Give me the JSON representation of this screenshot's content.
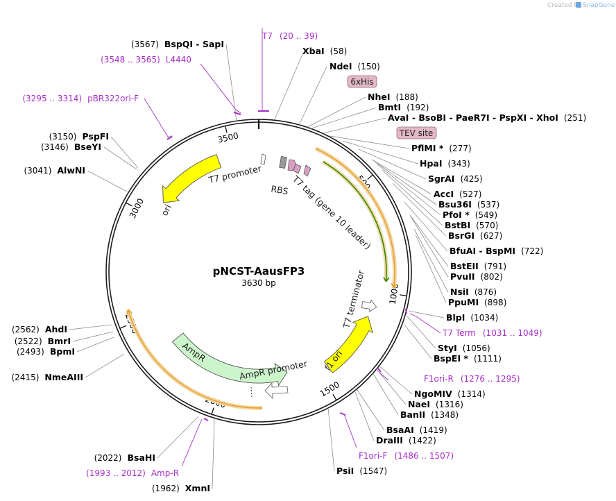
{
  "credit": {
    "prefix": "Created by",
    "brand": "SnapGene"
  },
  "plasmid": {
    "name": "pNCST-AausFP3",
    "size_label": "3630 bp"
  },
  "ticks": [
    "500",
    "1000",
    "1500",
    "2000",
    "2500",
    "3000",
    "3500"
  ],
  "sites": [
    {
      "name": "XbaI",
      "pos": "(58)"
    },
    {
      "name": "NdeI",
      "pos": "(150)"
    },
    {
      "name": "NheI",
      "pos": "(188)"
    },
    {
      "name": "BmtI",
      "pos": "(192)"
    },
    {
      "name": "AvaI - BsoBI - PaeR7I - PspXI - XhoI",
      "pos": "(251)"
    },
    {
      "name": "PflMI *",
      "pos": "(277)"
    },
    {
      "name": "HpaI",
      "pos": "(343)"
    },
    {
      "name": "SgrAI",
      "pos": "(425)"
    },
    {
      "name": "AccI",
      "pos": "(527)"
    },
    {
      "name": "Bsu36I",
      "pos": "(537)"
    },
    {
      "name": "PfoI *",
      "pos": "(549)"
    },
    {
      "name": "BstBI",
      "pos": "(570)"
    },
    {
      "name": "BsrGI",
      "pos": "(627)"
    },
    {
      "name": "BfuAI - BspMI",
      "pos": "(722)"
    },
    {
      "name": "BstEII",
      "pos": "(791)"
    },
    {
      "name": "PvuII",
      "pos": "(802)"
    },
    {
      "name": "NsiI",
      "pos": "(876)"
    },
    {
      "name": "PpuMI",
      "pos": "(898)"
    },
    {
      "name": "BlpI",
      "pos": "(1034)"
    },
    {
      "name": "StyI",
      "pos": "(1056)"
    },
    {
      "name": "BspEI *",
      "pos": "(1111)"
    },
    {
      "name": "NgoMIV",
      "pos": "(1314)"
    },
    {
      "name": "NaeI",
      "pos": "(1316)"
    },
    {
      "name": "BanII",
      "pos": "(1348)"
    },
    {
      "name": "BsaAI",
      "pos": "(1419)"
    },
    {
      "name": "DraIII",
      "pos": "(1422)"
    },
    {
      "name": "PsiI",
      "pos": "(1547)"
    },
    {
      "name": "XmnI",
      "pos": "(1962)"
    },
    {
      "name": "BsaHI",
      "pos": "(2022)"
    },
    {
      "name": "NmeAIII",
      "pos": "(2415)"
    },
    {
      "name": "BpmI",
      "pos": "(2493)"
    },
    {
      "name": "BmrI",
      "pos": "(2522)"
    },
    {
      "name": "AhdI",
      "pos": "(2562)"
    },
    {
      "name": "AlwNI",
      "pos": "(3041)"
    },
    {
      "name": "BseYI",
      "pos": "(3146)"
    },
    {
      "name": "PspFI",
      "pos": "(3150)"
    },
    {
      "name": "BspQI - SapI",
      "pos": "(3567)"
    }
  ],
  "primers": [
    {
      "name": "T7",
      "range": "(20 .. 39)"
    },
    {
      "name": "L4440",
      "range": "(3548 .. 3565)"
    },
    {
      "name": "pBR322ori-F",
      "range": "(3295 .. 3314)"
    },
    {
      "name": "T7 Term",
      "range": "(1031 .. 1049)"
    },
    {
      "name": "F1ori-R",
      "range": "(1276 .. 1295)"
    },
    {
      "name": "F1ori-F",
      "range": "(1486 .. 1507)"
    },
    {
      "name": "Amp-R",
      "range": "(1993 .. 2012)"
    }
  ],
  "boxed_features": {
    "his_tag": "6xHis",
    "tev_site": "TEV site"
  },
  "features": {
    "t7_promoter": "T7 promoter",
    "rbs": "RBS",
    "t7_tag": "T7 tag (gene 10 leader)",
    "t7_terminator": "T7 terminator",
    "f1_ori": "f1 ori",
    "ampr_promoter": "AmpR promoter",
    "ampr": "AmpR",
    "ori": "ori"
  },
  "colors": {
    "ori": "#ffff00",
    "f1_ori": "#ffff00",
    "ampr": "#ccf5cc",
    "orf_green": "#2e8b00",
    "orf_orange": "#e8a030",
    "primer": "#a62fc8",
    "boxed_fill": "#e2b8c8",
    "tag_fill": "#d9a0c4",
    "rbs_fill": "#999999"
  }
}
